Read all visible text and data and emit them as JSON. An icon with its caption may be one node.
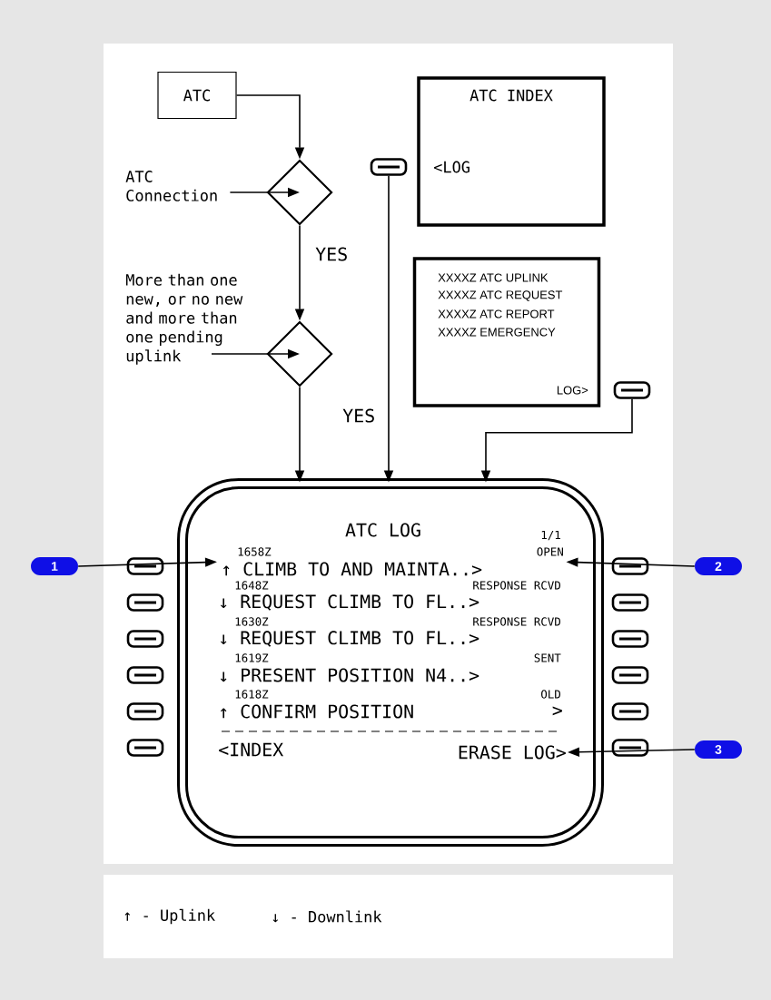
{
  "diagram": {
    "nodes": [
      {
        "text": [
          "ATC"
        ]
      },
      {
        "text": [],
        "shape": "diamond"
      },
      {
        "text": [
          "ATC Connection"
        ]
      },
      {
        "text": [],
        "shape": "diamond"
      },
      {
        "text": [
          "More than one new, or no new and more than one pending uplink"
        ]
      },
      {
        "text": [
          "ATC INDEX",
          "<LOG"
        ]
      },
      {
        "text": [],
        "shape": "button"
      },
      {
        "text": [
          "XXXXZ ATC UPLINK",
          "XXXXZ ATC REQUEST",
          "XXXXZ ATC REPORT",
          "XXXXZ EMERGENCY",
          "LOG>"
        ]
      },
      {
        "text": [],
        "shape": "button"
      },
      {
        "text": [
          "ATC LOG",
          "1/1"
        ]
      },
      {
        "text": [
          "1658Z",
          "OPEN",
          "↑ CLIMB TO AND MAINTA..>"
        ],
        "in": 9
      },
      {
        "text": [
          "1"
        ]
      },
      {
        "text": [
          "2"
        ]
      },
      {
        "text": [
          "3"
        ]
      },
      {
        "text": [
          "ERASE LOG>"
        ],
        "in": 9
      }
    ],
    "edges": [
      {
        "from": 0,
        "to": 1,
        "arrow": "to"
      },
      {
        "from": 2,
        "to": 1,
        "arrow": "to"
      },
      {
        "from": 1,
        "to": 3,
        "arrow": "to",
        "label": "YES"
      },
      {
        "from": 4,
        "to": 3,
        "arrow": "to"
      },
      {
        "from": 3,
        "to": 9,
        "arrow": "to",
        "label": "YES"
      },
      {
        "from": 6,
        "to": 9,
        "arrow": "to"
      },
      {
        "from": 8,
        "to": 9,
        "arrow": "to"
      },
      {
        "from": 11,
        "to": 10,
        "arrow": "to"
      },
      {
        "from": 12,
        "to": 10,
        "arrow": "to"
      },
      {
        "from": 13,
        "to": 14,
        "arrow": "to"
      }
    ],
    "labels": [
      "1648Z",
      "RESPONSE RCVD",
      "↓ REQUEST CLIMB TO FL..>",
      "1630Z",
      "RESPONSE RCVD",
      "↓ REQUEST CLIMB TO FL..>",
      "1619Z",
      "SENT",
      "↓ PRESENT POSITION N4..>",
      "1618Z",
      "OLD",
      "↑ CONFIRM POSITION",
      ">",
      "<INDEX",
      "↑ - Uplink",
      "↓ - Downlink"
    ]
  }
}
